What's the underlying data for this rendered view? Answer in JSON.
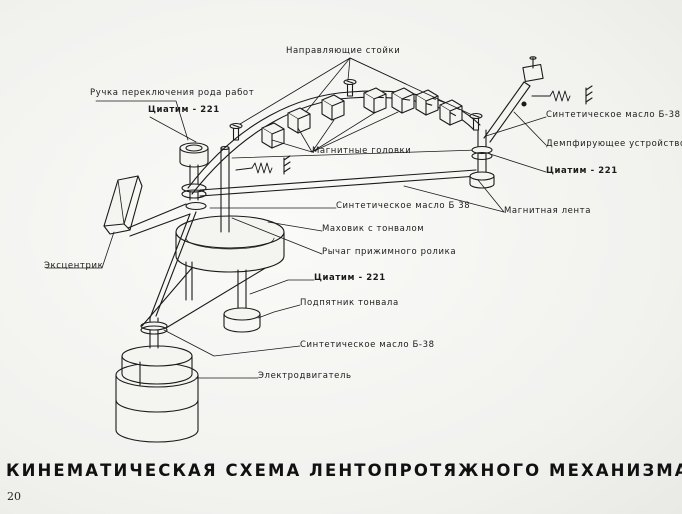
{
  "labels": {
    "guide_posts": "Направляющие стойки",
    "mode_switch": "Ручка переключения рода работ",
    "ciatim_top": "Циатим - 221",
    "magnetic_heads": "Магнитные головки",
    "synth_oil_right": "Синтетическое масло Б-38",
    "damper": "Демпфирующее устройство",
    "ciatim_right": "Циатим - 221",
    "synth_oil_mid": "Синтетическое масло Б 38",
    "magnetic_tape": "Магнитная лента",
    "flywheel": "Маховик с тонвалом",
    "roller_lever": "Рычаг прижимного ролика",
    "eccentric": "Эксцентрик",
    "ciatim_mid": "Циатим - 221",
    "capstan_bearing": "Подпятник тонвала",
    "synth_oil_low": "Синтетическое масло Б-38",
    "motor": "Электродвигатель"
  },
  "title": "КИНЕМАТИЧЕСКАЯ СХЕМА ЛЕНТОПРОТЯЖНОГО МЕХАНИЗМА",
  "page_number": "20",
  "colors": {
    "ink": "#1a1a1a",
    "paper": "#f4f4f1"
  }
}
